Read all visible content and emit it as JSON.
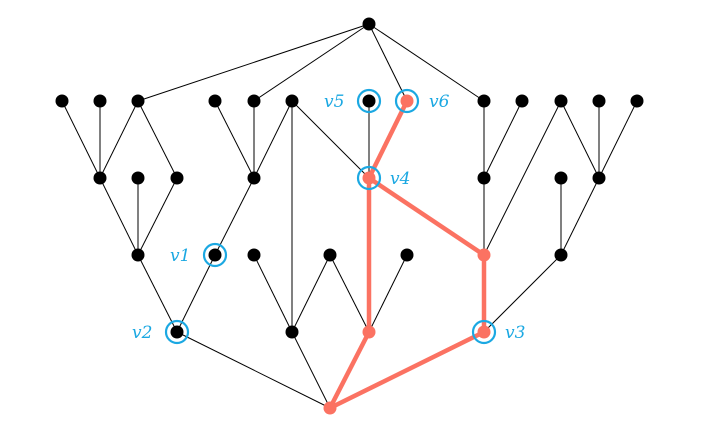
{
  "colors": {
    "node": "#000000",
    "edge": "#000000",
    "highlight": "#fb7262",
    "marker": "#1ba8e2"
  },
  "labels": {
    "v1": "v1",
    "v2": "v2",
    "v3": "v3",
    "v4": "v4",
    "v5": "v5",
    "v6": "v6"
  }
}
